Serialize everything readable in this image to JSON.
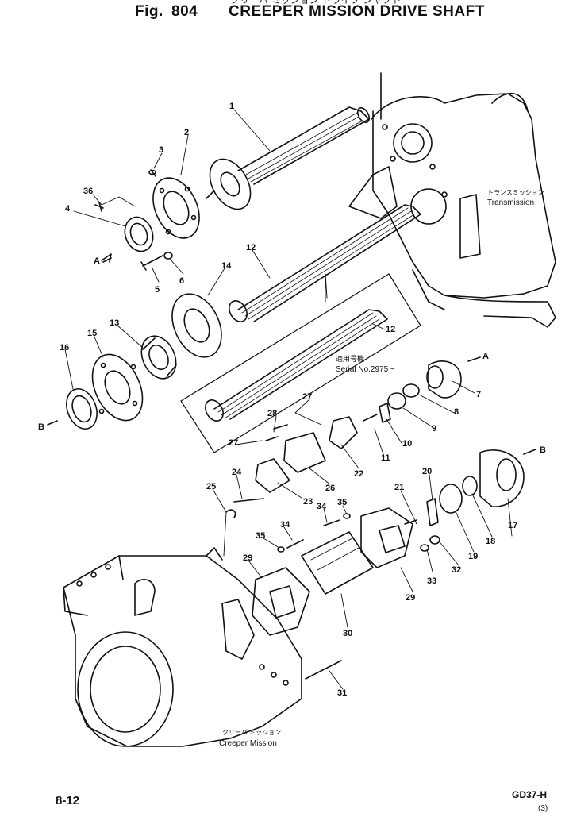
{
  "header": {
    "fig_label": "Fig.",
    "fig_number": "804",
    "title": "CREEPER MISSION DRIVE SHAFT",
    "jp_title": "クリーパ ミッション ドライブ シャフト"
  },
  "annotations": {
    "transmission_jp": "トランスミッション",
    "transmission": "Transmission",
    "serial_jp": "適用号機",
    "serial": "Serial No.2975 ~",
    "creeper_jp": "クリーパ ミッション",
    "creeper": "Creeper Mission"
  },
  "callouts": [
    "1",
    "2",
    "3",
    "36",
    "4",
    "5",
    "6",
    "12",
    "14",
    "13",
    "15",
    "16",
    "12",
    "7",
    "8",
    "9",
    "10",
    "11",
    "27",
    "28",
    "27",
    "22",
    "26",
    "23",
    "24",
    "25",
    "20",
    "21",
    "34",
    "35",
    "35",
    "34",
    "29",
    "29",
    "30",
    "31",
    "32",
    "33",
    "17",
    "18",
    "19",
    "A",
    "A",
    "B",
    "B"
  ],
  "footer": {
    "page": "8-12",
    "model": "GD37-H",
    "rev": "(3)"
  },
  "colors": {
    "ink": "#111111",
    "paper": "#ffffff"
  }
}
